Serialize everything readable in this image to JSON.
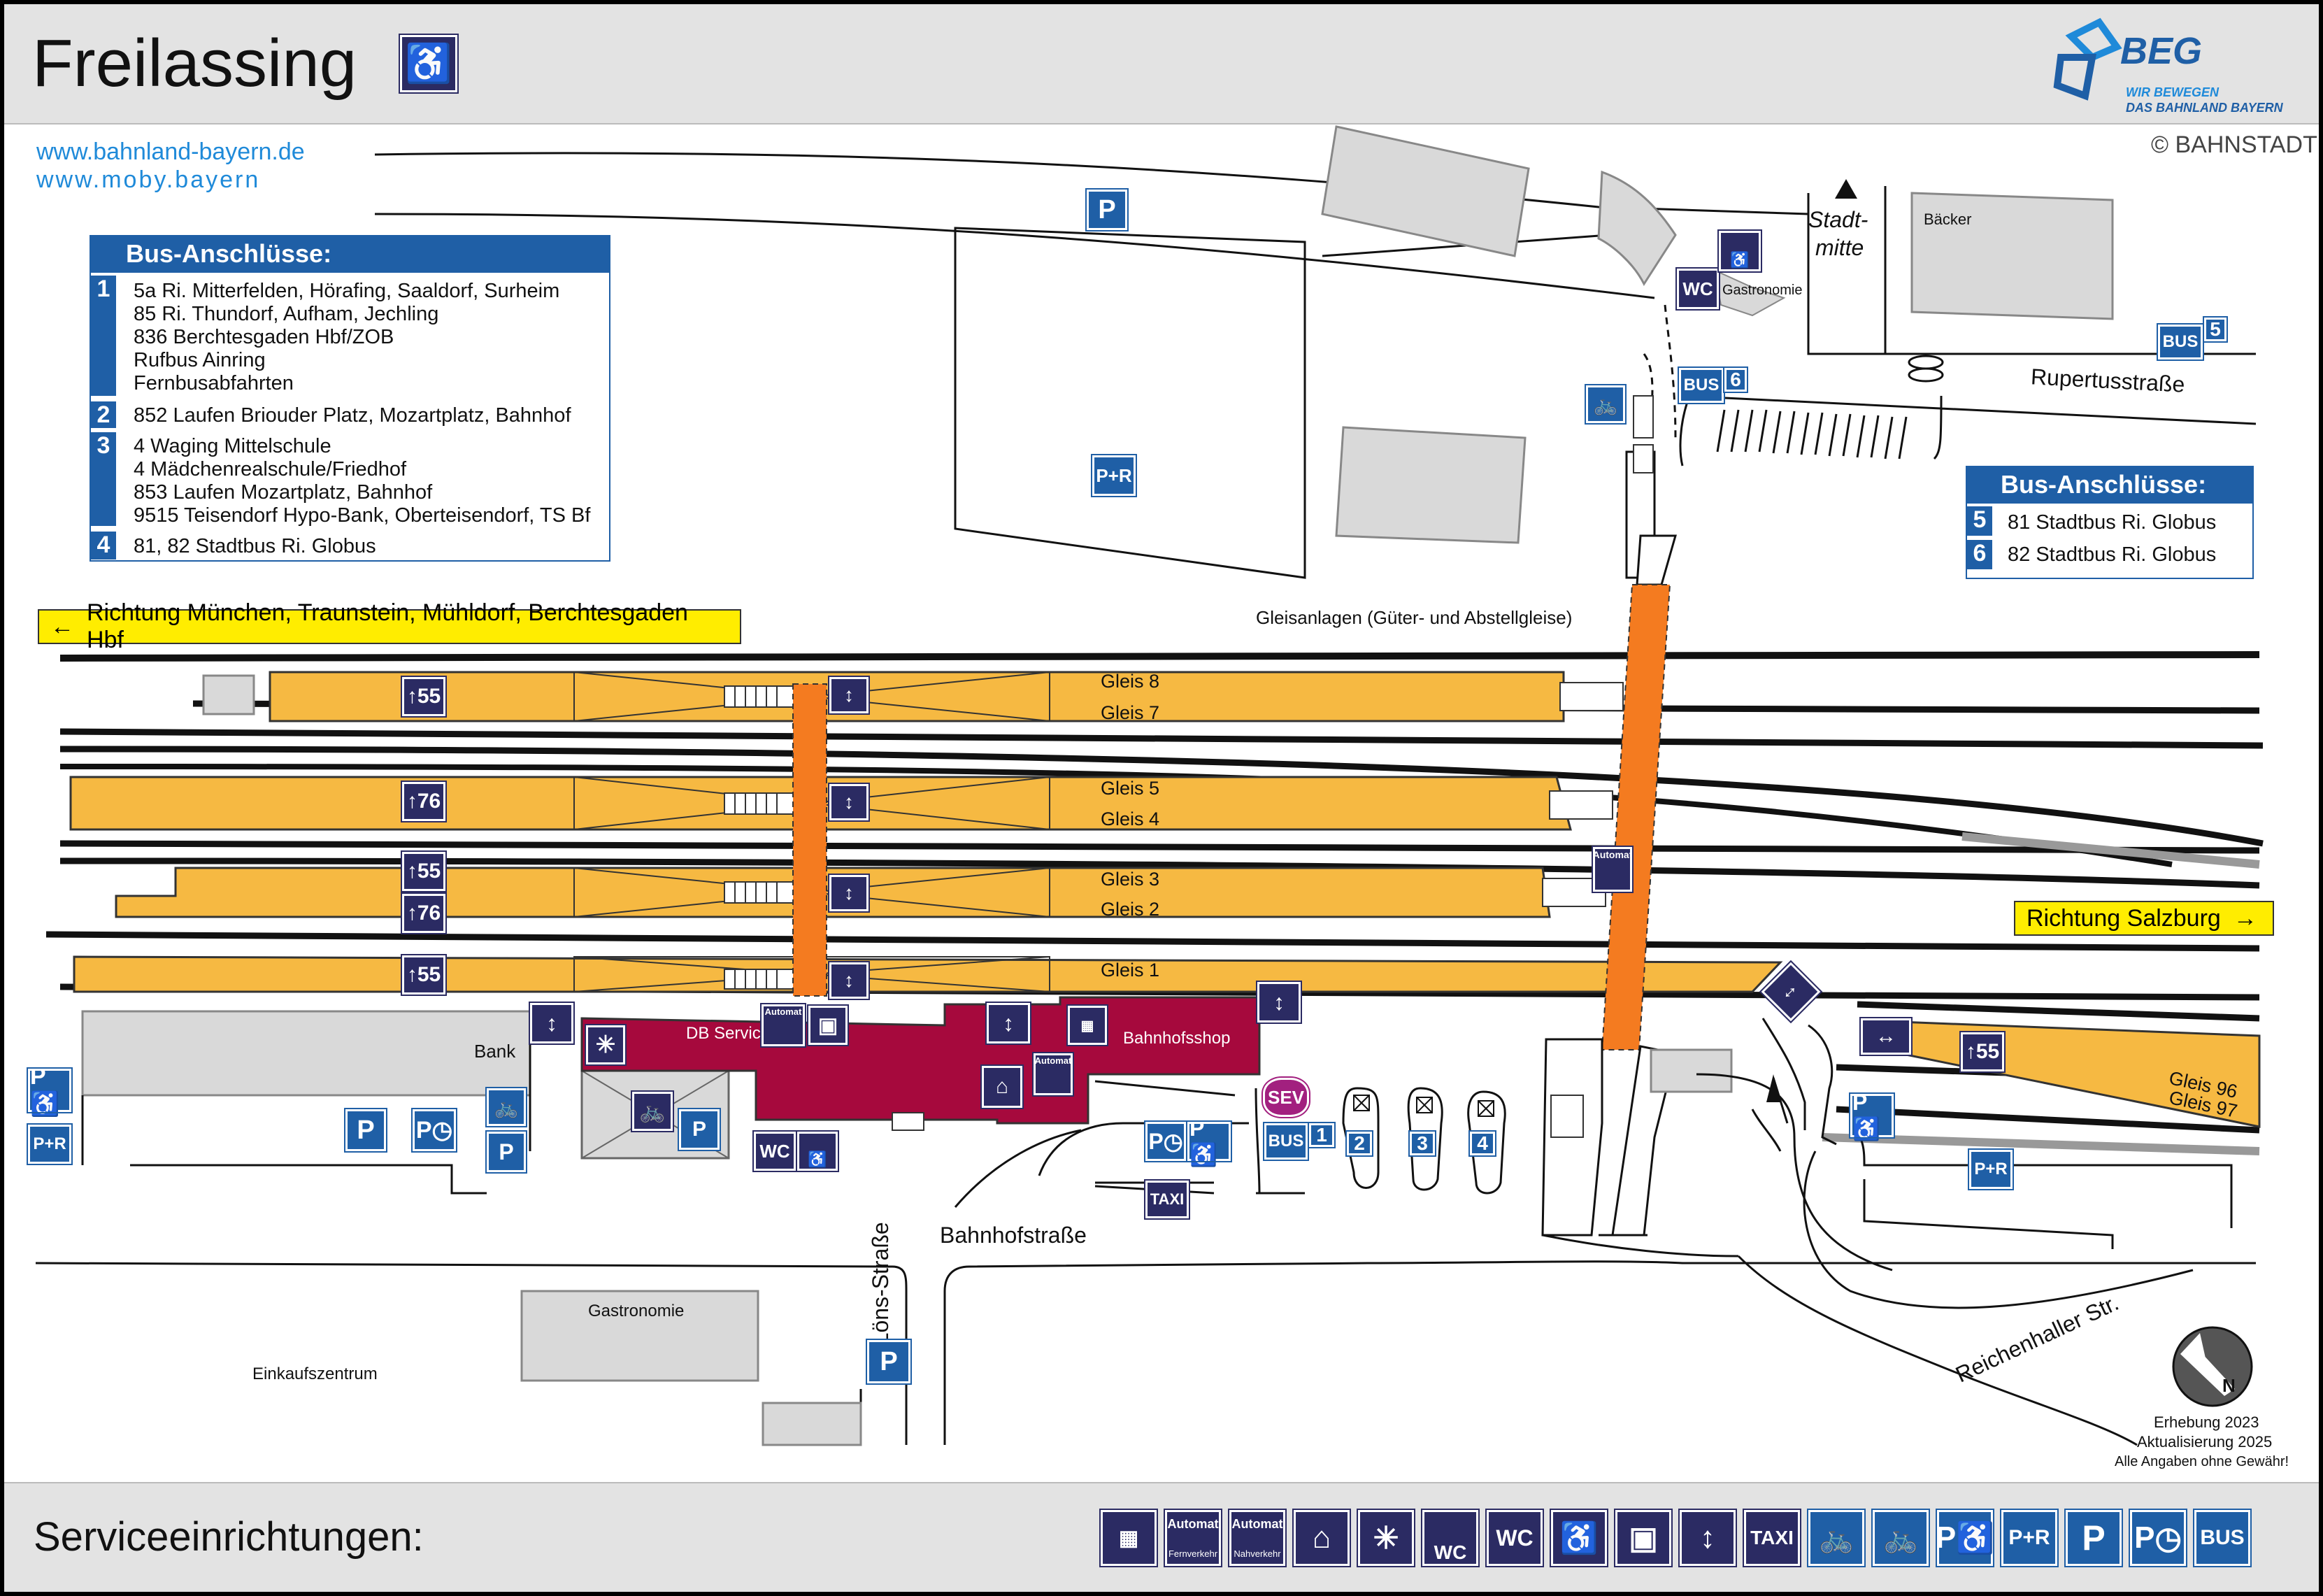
{
  "header": {
    "title": "Freilassing",
    "logo_brand": "BEG",
    "logo_tagline_1": "WIR BEWEGEN",
    "logo_tagline_2": "DAS BAHNLAND BAYERN",
    "copyright": "© BAHNSTADT"
  },
  "links": [
    "www.bahnland-bayern.de",
    "www.moby.bayern"
  ],
  "bus_left": {
    "heading": "Bus-Anschlüsse:",
    "groups": [
      {
        "num": "1",
        "lines": [
          "5a Ri. Mitterfelden, Hörafing, Saaldorf, Surheim",
          "85 Ri. Thundorf, Aufham, Jechling",
          "836 Berchtesgaden Hbf/ZOB",
          "Rufbus Ainring",
          "Fernbusabfahrten"
        ]
      },
      {
        "num": "2",
        "lines": [
          "852 Laufen Briouder Platz, Mozartplatz, Bahnhof"
        ]
      },
      {
        "num": "3",
        "lines": [
          "4 Waging Mittelschule",
          "4 Mädchenrealschule/Friedhof",
          "853 Laufen Mozartplatz, Bahnhof",
          "9515 Teisendorf Hypo-Bank, Oberteisendorf, TS Bf"
        ]
      },
      {
        "num": "4",
        "lines": [
          "81, 82 Stadtbus Ri. Globus"
        ]
      }
    ]
  },
  "bus_right": {
    "heading": "Bus-Anschlüsse:",
    "groups": [
      {
        "num": "5",
        "lines": [
          "81 Stadtbus Ri. Globus"
        ]
      },
      {
        "num": "6",
        "lines": [
          "82 Stadtbus Ri. Globus"
        ]
      }
    ]
  },
  "directions": {
    "west": "Richtung München, Traunstein, Mühldorf, Berchtesgaden Hbf",
    "east": "Richtung Salzburg"
  },
  "tracks": {
    "g8": "Gleis 8",
    "g7": "Gleis 7",
    "g5": "Gleis 5",
    "g4": "Gleis 4",
    "g3": "Gleis 3",
    "g2": "Gleis 2",
    "g1": "Gleis 1",
    "g96": "Gleis 96",
    "g97": "Gleis 97"
  },
  "platform_heights": {
    "p87": "55",
    "p54": "76",
    "p32a": "55",
    "p32b": "76",
    "p1": "55",
    "p96": "55"
  },
  "labels": {
    "gleisanlagen": "Gleisanlagen (Güter- und Abstellgleise)",
    "stadtmitte_1": "Stadt-",
    "stadtmitte_2": "mitte",
    "baecker": "Bäcker",
    "rupertus": "Rupertusstraße",
    "gastro_n": "Gastronomie",
    "bank": "Bank",
    "db_service": "DB Service",
    "bahnhofsshop": "Bahnhofsshop",
    "automat": "Automat",
    "bahnhofstr": "Bahnhofstraße",
    "loens": "H.-Löns-Straße",
    "reichenhaller": "Reichenhaller Str.",
    "gastro_s": "Gastronomie",
    "einkauf": "Einkaufszentrum",
    "sev": "SEV"
  },
  "stops": [
    "1",
    "2",
    "3",
    "4"
  ],
  "bus_stop_nums": {
    "five": "5",
    "six": "6"
  },
  "icons": {
    "wc": "WC",
    "bus": "BUS",
    "p": "P",
    "pr": "P+R",
    "taxi": "TAXI"
  },
  "survey": {
    "l1": "Erhebung 2023",
    "l2": "Aktualisierung 2025",
    "l3": "Alle Angaben ohne Gewähr!"
  },
  "compass": "N",
  "footer": {
    "title": "Serviceeinrichtungen:",
    "icons": [
      {
        "name": "ticket-machine-icon",
        "text": ""
      },
      {
        "name": "ticket-machine-long-distance-icon",
        "text": "Automat",
        "sub": "Fernverkehr"
      },
      {
        "name": "ticket-machine-regional-icon",
        "text": "Automat",
        "sub": "Nahverkehr"
      },
      {
        "name": "waiting-room-icon",
        "text": ""
      },
      {
        "name": "police-icon",
        "text": ""
      },
      {
        "name": "accessible-wc-icon",
        "text": "WC"
      },
      {
        "name": "wc-icon",
        "text": "WC"
      },
      {
        "name": "mobility-service-icon",
        "text": ""
      },
      {
        "name": "lockers-icon",
        "text": ""
      },
      {
        "name": "elevator-icon",
        "text": ""
      },
      {
        "name": "taxi-icon",
        "text": "TAXI"
      },
      {
        "name": "covered-bike-parking-icon",
        "text": ""
      },
      {
        "name": "bike-parking-icon",
        "text": ""
      },
      {
        "name": "disabled-parking-icon",
        "text": "P"
      },
      {
        "name": "park-and-ride-icon",
        "text": "P+R"
      },
      {
        "name": "parking-icon",
        "text": "P"
      },
      {
        "name": "short-term-parking-icon",
        "text": "P"
      },
      {
        "name": "bus-icon",
        "text": "BUS"
      }
    ]
  },
  "colors": {
    "platform": "#f6b942",
    "station": "#a6093d",
    "footbridge": "#f47b20",
    "navy": "#2b2b63",
    "blue": "#1f5fa6",
    "header_bg": "#e3e3e3"
  }
}
